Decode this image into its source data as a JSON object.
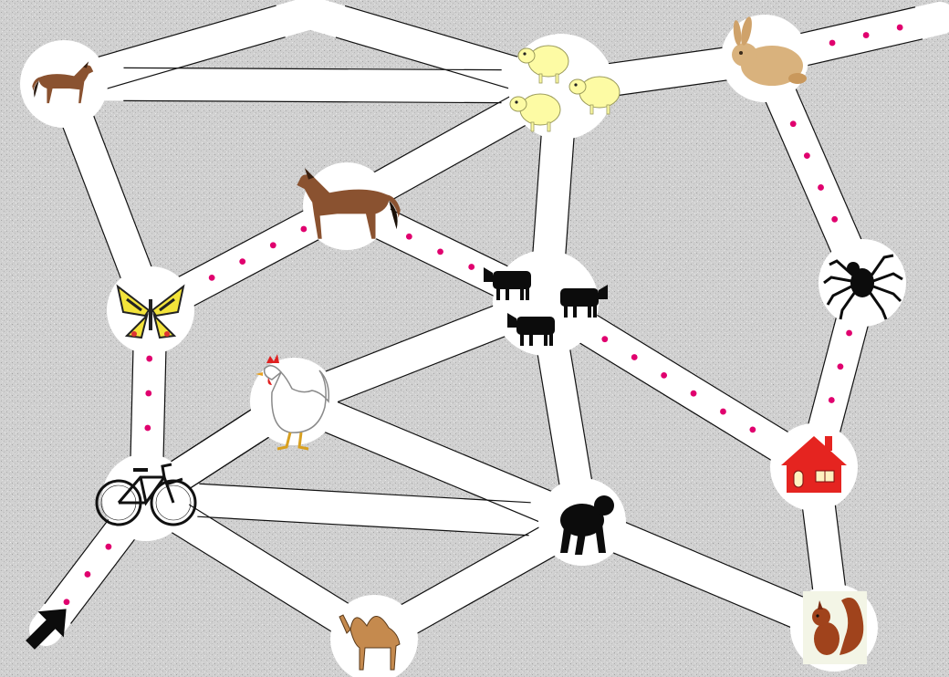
{
  "game": {
    "start_marker": "arrow-icon",
    "goal": "house-icon",
    "nodes": [
      {
        "id": "horse_small",
        "icon": "horse-icon"
      },
      {
        "id": "sheep",
        "icon": "sheep-flock-icon"
      },
      {
        "id": "rabbit",
        "icon": "rabbit-icon"
      },
      {
        "id": "horse_large",
        "icon": "horse-icon"
      },
      {
        "id": "butterfly",
        "icon": "butterfly-icon"
      },
      {
        "id": "cows",
        "icon": "cow-herd-icon"
      },
      {
        "id": "spider",
        "icon": "spider-icon"
      },
      {
        "id": "rooster",
        "icon": "rooster-icon"
      },
      {
        "id": "bicycle",
        "icon": "bicycle-icon"
      },
      {
        "id": "house",
        "icon": "house-icon"
      },
      {
        "id": "gorilla",
        "icon": "gorilla-icon"
      },
      {
        "id": "camel",
        "icon": "camel-icon"
      },
      {
        "id": "squirrel",
        "icon": "squirrel-icon"
      },
      {
        "id": "start",
        "icon": "arrow-icon"
      }
    ],
    "marked_route": [
      "start",
      "bicycle",
      "butterfly",
      "horse_large",
      "cows",
      "house",
      "spider",
      "rabbit",
      "exit"
    ],
    "colors": {
      "path": "#ffffff",
      "edge_line": "#111111",
      "route_dot": "#e0006e",
      "house_red": "#e52420",
      "sheep_yellow": "#fdfba4",
      "horse_brown": "#8a5230",
      "rabbit_tan": "#d9b27d",
      "squirrel_red": "#a0431c"
    }
  }
}
